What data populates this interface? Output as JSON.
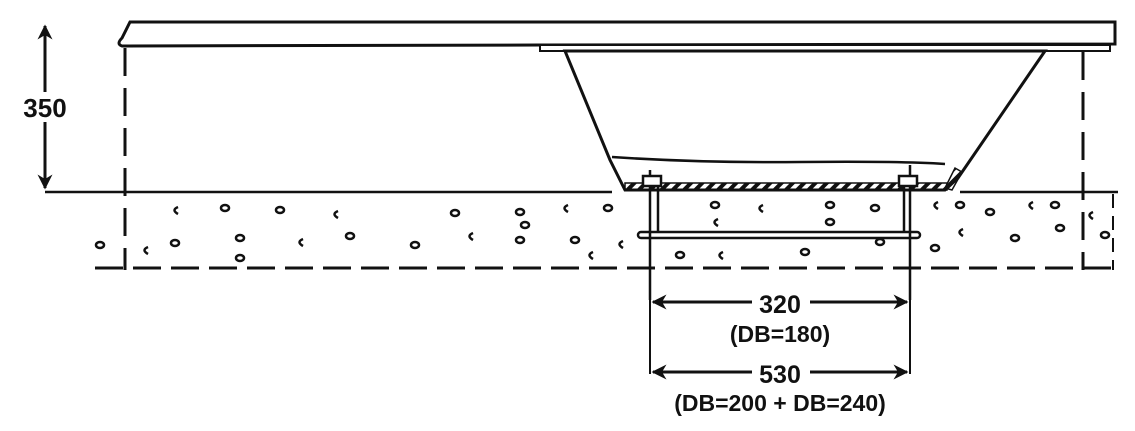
{
  "dimensions": {
    "height_label": "350",
    "inner_width_label": "320",
    "inner_width_note": "(DB=180)",
    "outer_width_label": "530",
    "outer_width_note": "(DB=200 + DB=240)"
  },
  "colors": {
    "ink": "#111111",
    "background": "#ffffff"
  }
}
